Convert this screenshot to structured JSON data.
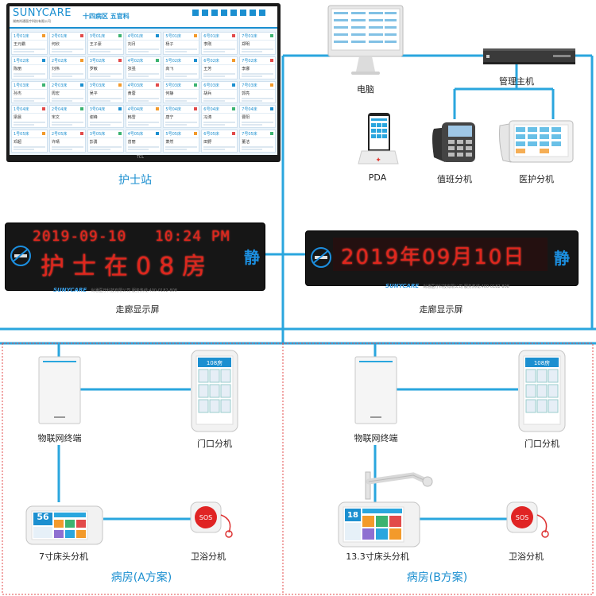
{
  "nurse_station": {
    "label": "护士站",
    "board": {
      "brand": "SUNYCARE",
      "brand_sub": "湖南尚通医疗科技有限公司",
      "title": "十四病区  五官科",
      "tv_brand": "TCL",
      "cells": [
        {
          "bed": "1号01床",
          "name": "王元霸"
        },
        {
          "bed": "2号01床",
          "name": "何欣"
        },
        {
          "bed": "3号01床",
          "name": "王子豪"
        },
        {
          "bed": "4号01床",
          "name": "刘月"
        },
        {
          "bed": "5号01床",
          "name": "杨子"
        },
        {
          "bed": "6号01床",
          "name": "李刚"
        },
        {
          "bed": "7号01床",
          "name": "郑明"
        },
        {
          "bed": "1号02床",
          "name": "陈丽"
        },
        {
          "bed": "2号02床",
          "name": "刘伟"
        },
        {
          "bed": "3号02床",
          "name": "罗敏"
        },
        {
          "bed": "4号02床",
          "name": "张强"
        },
        {
          "bed": "5号02床",
          "name": "高飞"
        },
        {
          "bed": "6号02床",
          "name": "王芳"
        },
        {
          "bed": "7号02床",
          "name": "李娜"
        },
        {
          "bed": "1号03床",
          "name": "孙杰"
        },
        {
          "bed": "2号03床",
          "name": "周宏"
        },
        {
          "bed": "3号03床",
          "name": "吴平"
        },
        {
          "bed": "4号03床",
          "name": "黄蓉"
        },
        {
          "bed": "5号03床",
          "name": "何静"
        },
        {
          "bed": "6号03床",
          "name": "胡兵"
        },
        {
          "bed": "7号03床",
          "name": "郭亮"
        },
        {
          "bed": "1号04床",
          "name": "梁晨"
        },
        {
          "bed": "2号04床",
          "name": "宋文"
        },
        {
          "bed": "3号04床",
          "name": "谢峰"
        },
        {
          "bed": "4号04床",
          "name": "韩雪"
        },
        {
          "bed": "5号04床",
          "name": "唐宁"
        },
        {
          "bed": "6号04床",
          "name": "冯涛"
        },
        {
          "bed": "7号04床",
          "name": "曹阳"
        },
        {
          "bed": "1号05床",
          "name": "邓超"
        },
        {
          "bed": "2号05床",
          "name": "许晴"
        },
        {
          "bed": "3号05床",
          "name": "彭勇"
        },
        {
          "bed": "4号05床",
          "name": "曾丽"
        },
        {
          "bed": "5号05床",
          "name": "萧然"
        },
        {
          "bed": "6号05床",
          "name": "田野"
        },
        {
          "bed": "7号05床",
          "name": "董洁"
        }
      ]
    }
  },
  "devices": {
    "pc": "电脑",
    "host": "管理主机",
    "pda": "PDA",
    "duty_phone": "值班分机",
    "nurse_terminal": "医护分机"
  },
  "corridor_left": {
    "label": "走廊显示屏",
    "line1": "2019-09-10   10:24 PM",
    "line2": "护士在08房",
    "quiet": "静",
    "brand": "SUNYCARE",
    "brand_sub": "尚通医疗科技有限公司  服务热线:400-0182-808"
  },
  "corridor_right": {
    "label": "走廊显示屏",
    "line1": "2019年09月10日",
    "quiet": "静",
    "brand": "SUNYCARE",
    "brand_sub": "尚通医疗科技有限公司  服务热线:400-0182-808"
  },
  "ward_a": {
    "label": "病房(A方案)",
    "iot": "物联网终端",
    "door": "门口分机",
    "door_room": "108房",
    "bedside": "7寸床头分机",
    "bed_number": "56",
    "bath": "卫浴分机",
    "sos": "SOS"
  },
  "ward_b": {
    "label": "病房(B方案)",
    "iot": "物联网终端",
    "door": "门口分机",
    "door_room": "108房",
    "bedside": "13.3寸床头分机",
    "bed_number": "18",
    "bath": "卫浴分机",
    "sos": "SOS"
  },
  "colors": {
    "line": "#2aa6de",
    "led_red": "#e0261d",
    "quiet": "#1c8fe0",
    "dash": "#e34b4b"
  }
}
